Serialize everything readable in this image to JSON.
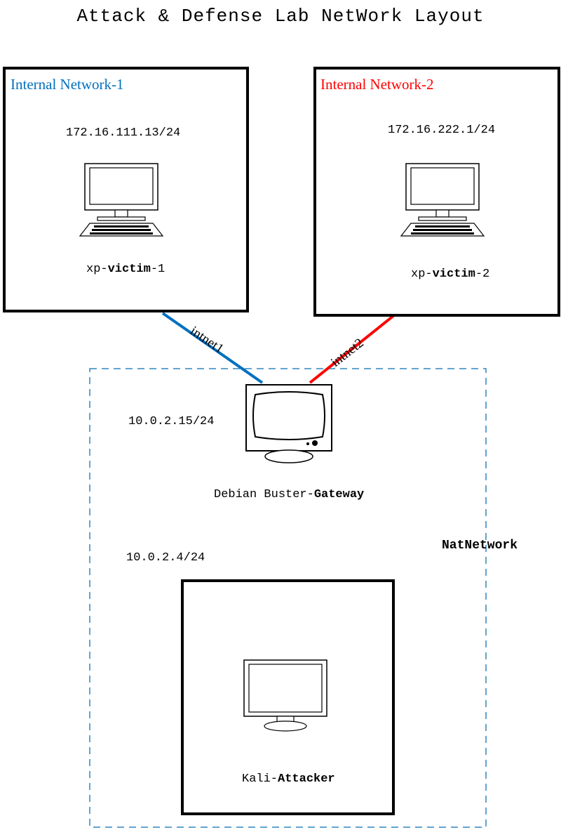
{
  "title": "Attack & Defense Lab NetWork Layout",
  "colors": {
    "net1": "#0070c0",
    "net2": "#ff0000",
    "natBorder": "#2e86c1"
  },
  "net1": {
    "label": "Internal Network-1",
    "ip": "172.16.111.13/24",
    "host_prefix": "xp-",
    "host_bold": "victim",
    "host_suffix": "-1",
    "icon": "computer-monitor-keyboard-icon"
  },
  "net2": {
    "label": "Internal Network-2",
    "ip": "172.16.222.1/24",
    "host_prefix": "xp-",
    "host_bold": "victim",
    "host_suffix": "-2",
    "icon": "computer-monitor-keyboard-icon"
  },
  "links": {
    "intnet1": "intnet1",
    "intnet2": "intnet2"
  },
  "gateway": {
    "ip": "10.0.2.15/24",
    "host_prefix": "Debian Buster-",
    "host_bold": "Gateway",
    "icon": "crt-monitor-icon"
  },
  "nat": {
    "label": "NatNetwork"
  },
  "attacker": {
    "ip": "10.0.2.4/24",
    "host_prefix": "Kali-",
    "host_bold": "Attacker",
    "icon": "lcd-monitor-icon"
  }
}
